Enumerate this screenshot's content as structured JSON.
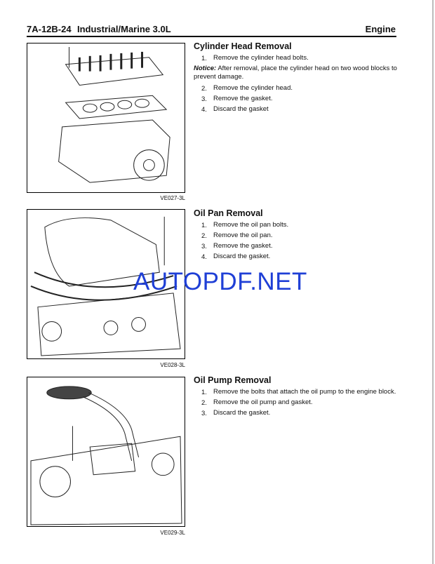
{
  "header": {
    "page_id": "7A-12B-24",
    "title": "Industrial/Marine 3.0L",
    "section": "Engine"
  },
  "watermark": "AUTOPDF.NET",
  "sections": [
    {
      "title": "Cylinder Head Removal",
      "figure_caption": "VE027-3L",
      "steps": [
        {
          "n": "1.",
          "text": "Remove the cylinder head bolts."
        }
      ],
      "notice": {
        "label": "Notice:",
        "text": " After removal, place the cylinder head on two wood blocks to prevent damage."
      },
      "steps_after": [
        {
          "n": "2.",
          "text": "Remove the cylinder head."
        },
        {
          "n": "3.",
          "text": "Remove the gasket."
        },
        {
          "n": "4.",
          "text": "Discard the gasket"
        }
      ]
    },
    {
      "title": "Oil Pan Removal",
      "figure_caption": "VE028-3L",
      "steps": [
        {
          "n": "1.",
          "text": "Remove the oil pan bolts."
        },
        {
          "n": "2.",
          "text": "Remove the oil pan."
        },
        {
          "n": "3.",
          "text": "Remove the gasket."
        },
        {
          "n": "4.",
          "text": "Discard the gasket."
        }
      ]
    },
    {
      "title": "Oil Pump Removal",
      "figure_caption": "VE029-3L",
      "steps": [
        {
          "n": "1.",
          "text": "Remove the bolts that attach the oil pump to the engine block."
        },
        {
          "n": "2.",
          "text": "Remove the oil pump and gasket."
        },
        {
          "n": "3.",
          "text": "Discard the gasket."
        }
      ]
    }
  ]
}
